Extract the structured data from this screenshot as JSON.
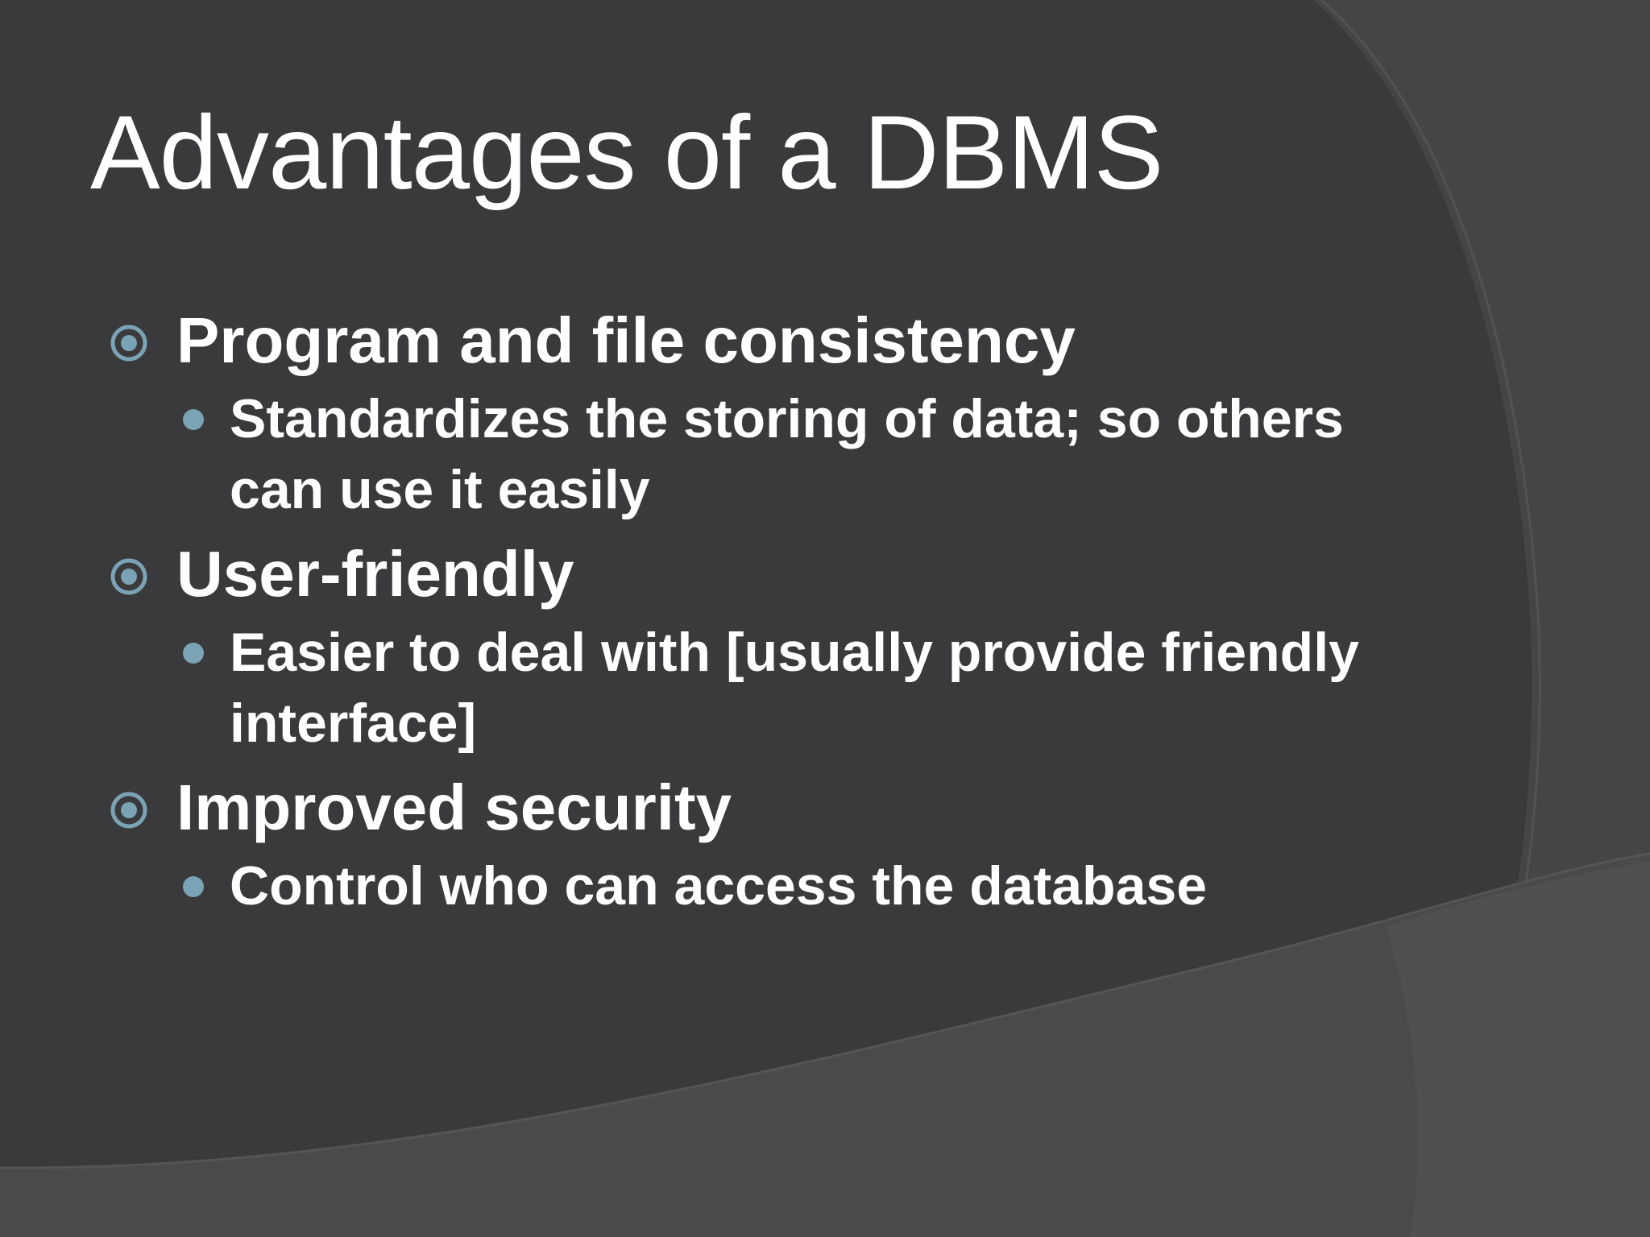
{
  "slide": {
    "title": "Advantages of a DBMS",
    "accent_color": "#7aa3b5",
    "background_color": "#3a393b",
    "items": [
      {
        "icon": "ring-bullet-icon",
        "label": "Program and file consistency",
        "sub": {
          "icon": "dot-bullet-icon",
          "text": "Standardizes the storing of data; so others can use it easily"
        }
      },
      {
        "icon": "ring-bullet-icon",
        "label": "User-friendly",
        "sub": {
          "icon": "dot-bullet-icon",
          "text": "Easier to deal with [usually provide friendly interface]"
        }
      },
      {
        "icon": "ring-bullet-icon",
        "label": "Improved security",
        "sub": {
          "icon": "dot-bullet-icon",
          "text": "Control who can access the database"
        }
      }
    ]
  }
}
